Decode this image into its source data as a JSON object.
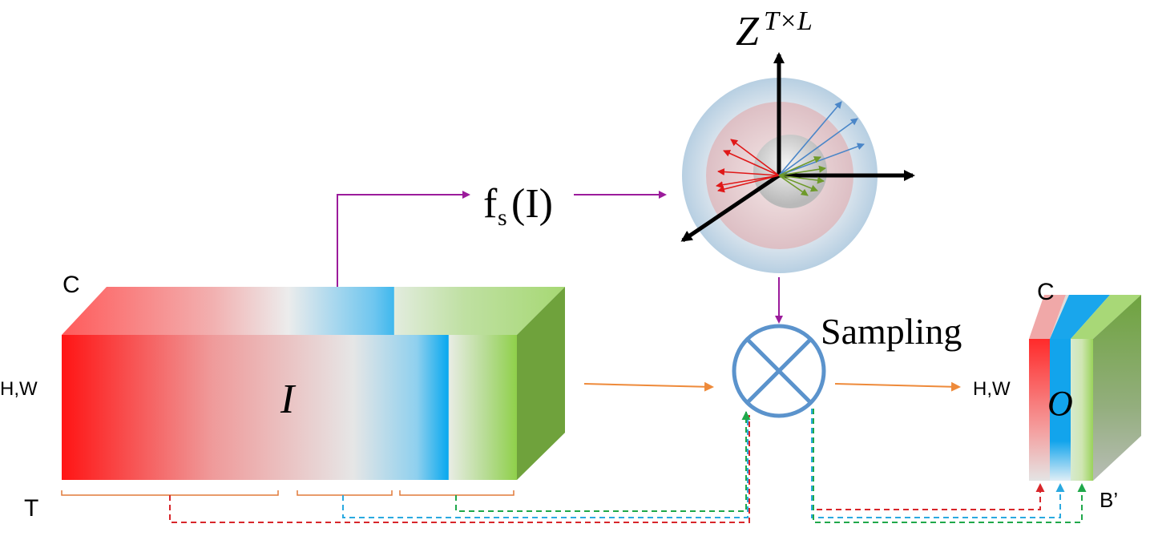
{
  "labels": {
    "z_space": "Z",
    "z_space_sup": "T×L",
    "fs": "f",
    "fs_sub": "s",
    "fs_arg": "(I)",
    "sampling": "Sampling",
    "input_c": "C",
    "input_hw": "H,W",
    "input_t": "T",
    "input_i": "I",
    "output_c": "C",
    "output_hw": "H,W",
    "output_b": "B’",
    "output_o": "O"
  },
  "colors": {
    "red": "#ff1a1a",
    "blue": "#17aaee",
    "green": "#8ccf45",
    "green_side": "#6fa23c",
    "purple": "#9b1b9b",
    "orange": "#ee8a3a",
    "operator": "#5b93cc",
    "dash_red": "#d8262a",
    "dash_blue": "#2aa9e0",
    "dash_green": "#1fa84a"
  },
  "icons": {
    "sampling_operator": "circle-times-icon",
    "latent_sphere": "sphere-icon"
  }
}
